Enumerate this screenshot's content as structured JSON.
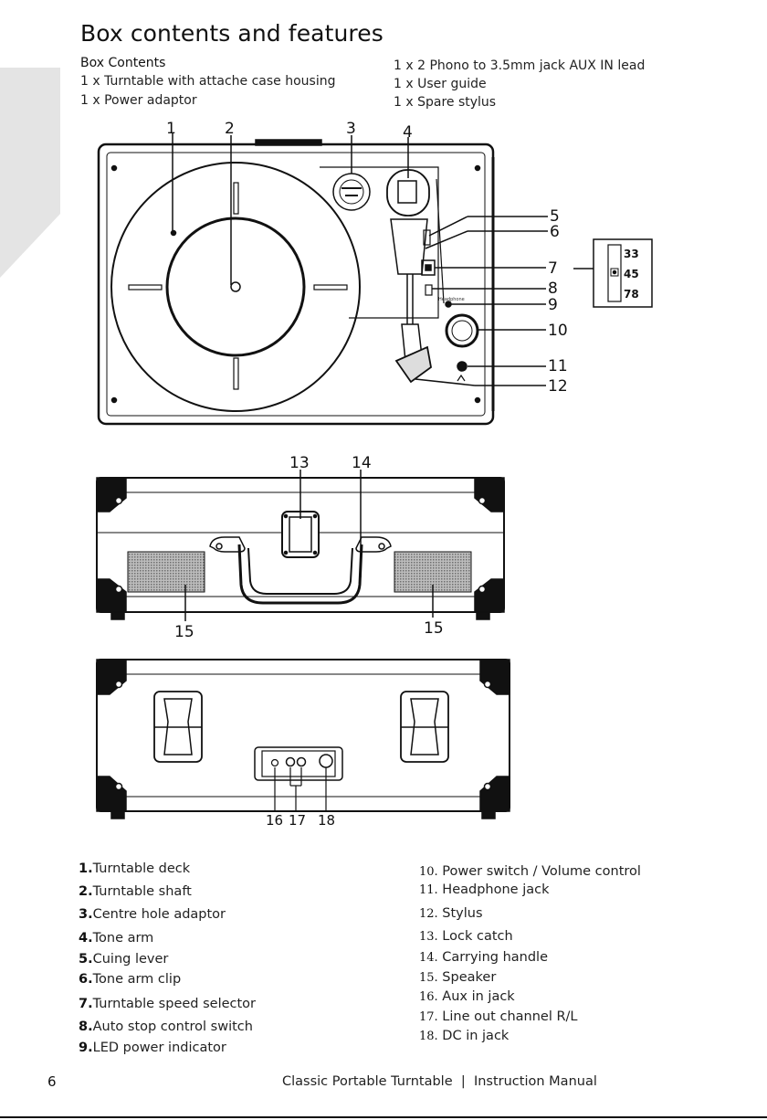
{
  "page": {
    "title": "Box contents and features",
    "box_contents_heading": "Box Contents",
    "box_contents_left": [
      "1 x Turntable with attache case housing",
      "1 x Power adaptor"
    ],
    "box_contents_right": [
      "1 x 2 Phono to 3.5mm jack AUX IN lead",
      "1 x User guide",
      "1 x Spare stylus"
    ]
  },
  "diagram": {
    "callouts": [
      "1",
      "2",
      "3",
      "4",
      "5",
      "6",
      "7",
      "8",
      "9",
      "10",
      "11",
      "12",
      "13",
      "14",
      "15",
      "15",
      "16",
      "17",
      "18"
    ],
    "speed_options": [
      "33",
      "45",
      "78"
    ],
    "panel_text": "Headphone"
  },
  "legend_left": [
    {
      "num": "1.",
      "label": "Turntable deck"
    },
    {
      "num": "2.",
      "label": "Turntable shaft"
    },
    {
      "num": "3.",
      "label": "Centre hole adaptor"
    },
    {
      "num": "4.",
      "label": "Tone arm"
    },
    {
      "num": "5.",
      "label": "Cuing lever"
    },
    {
      "num": "6.",
      "label": "Tone arm clip"
    },
    {
      "num": "7.",
      "label": "Turntable speed selector"
    },
    {
      "num": "8.",
      "label": "Auto stop control switch"
    },
    {
      "num": "9.",
      "label": "LED power indicator"
    }
  ],
  "legend_right": [
    {
      "num": "10.",
      "label": "Power switch / Volume control"
    },
    {
      "num": "11.",
      "label": "Headphone jack"
    },
    {
      "num": "12.",
      "label": "Stylus"
    },
    {
      "num": "13.",
      "label": "Lock catch"
    },
    {
      "num": "14.",
      "label": "Carrying handle"
    },
    {
      "num": "15.",
      "label": "Speaker"
    },
    {
      "num": "16.",
      "label": "Aux in jack"
    },
    {
      "num": "17.",
      "label": "Line out  channel R/L"
    },
    {
      "num": "18.",
      "label": "DC in jack"
    }
  ],
  "footer": {
    "page_number": "6",
    "product": "Classic Portable Turntable",
    "separator": "|",
    "doc": "Instruction Manual"
  },
  "colors": {
    "side_tab": "#e4e4e4",
    "ink": "#111111",
    "grille": "#9a9a9a"
  }
}
